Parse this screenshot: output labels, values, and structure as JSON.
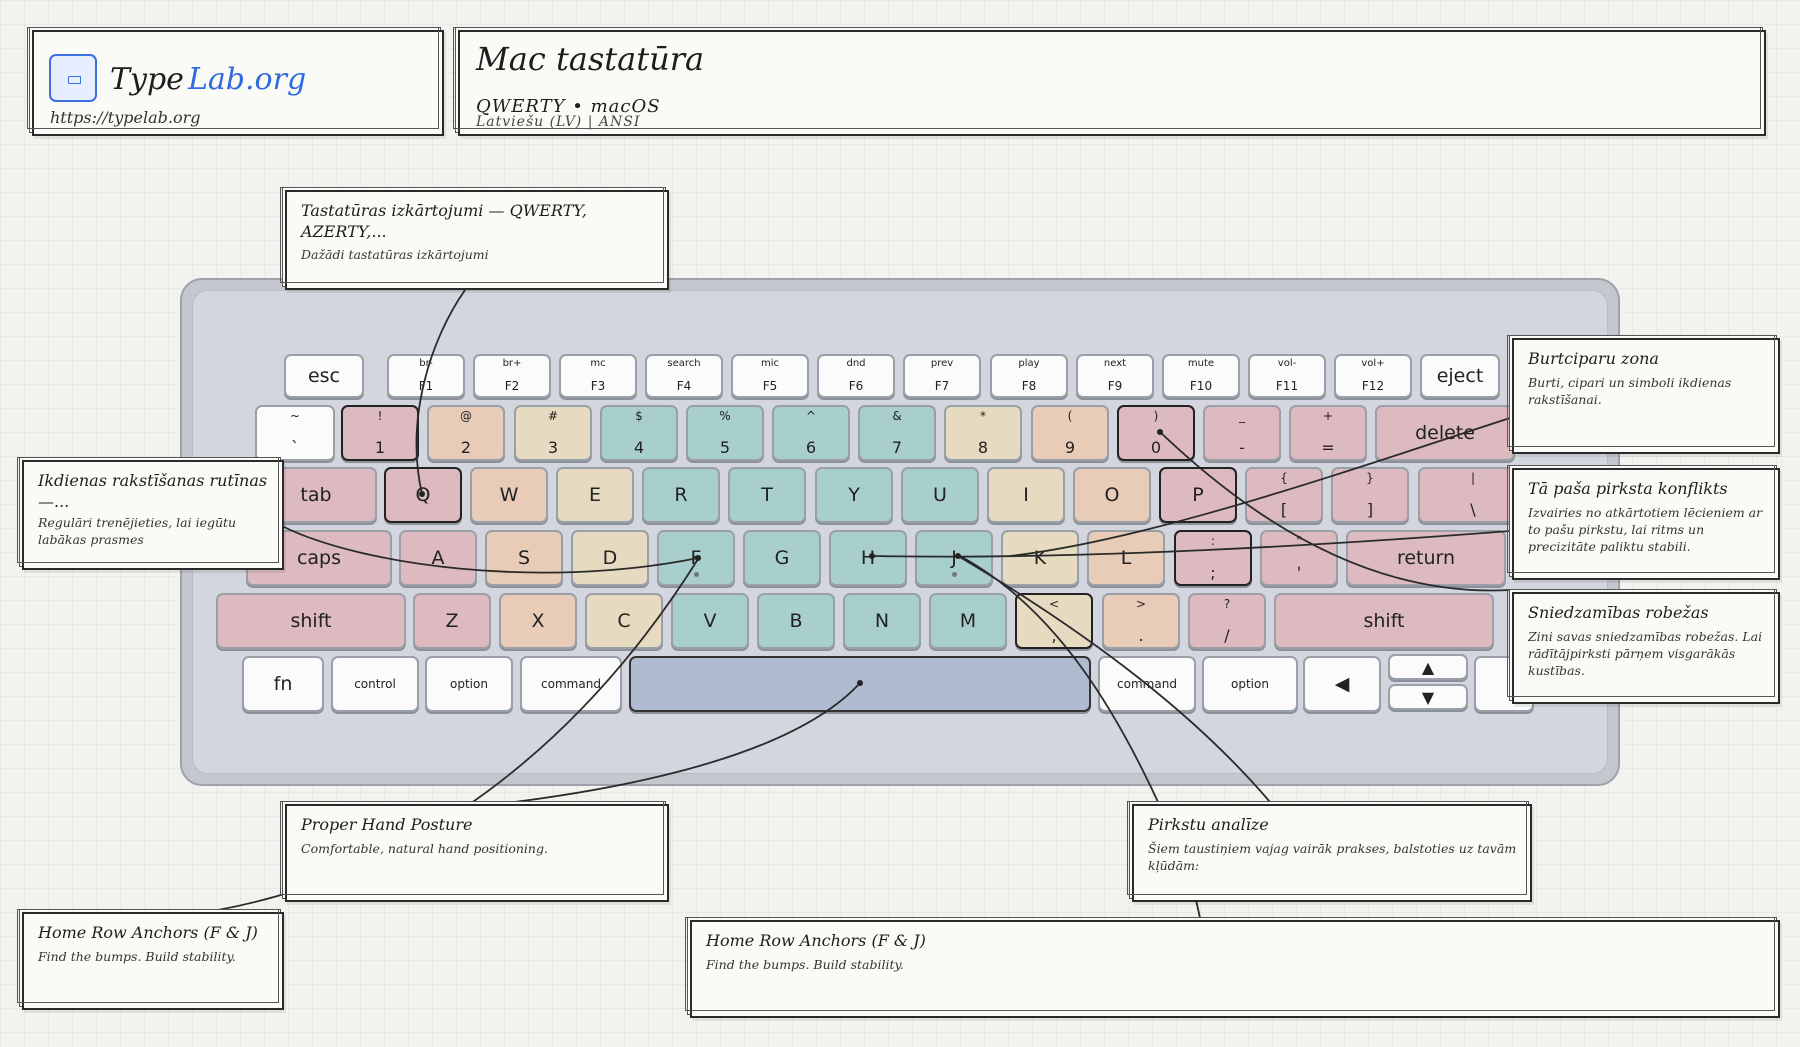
{
  "logo": {
    "word_type": "Type",
    "word_lab": "Lab.org",
    "url": "https://typelab.org"
  },
  "header": {
    "title": "Mac tastatūra",
    "subtitle": "QWERTY • macOS",
    "language": "Latviešu (LV) | ANSI"
  },
  "colors": {
    "pink": "#ddb9c0",
    "peach": "#e8ccb8",
    "sand": "#e6dac0",
    "teal": "#a8cfcd",
    "space": "#aebbd0",
    "plain": "#fbfbfb"
  },
  "keyboard": {
    "rows": [
      [
        {
          "label": "esc",
          "color": "plain"
        },
        {
          "top": "br-",
          "bottom": "F1",
          "color": "plain"
        },
        {
          "top": "br+",
          "bottom": "F2",
          "color": "plain"
        },
        {
          "top": "mc",
          "bottom": "F3",
          "color": "plain"
        },
        {
          "top": "search",
          "bottom": "F4",
          "color": "plain"
        },
        {
          "top": "mic",
          "bottom": "F5",
          "color": "plain"
        },
        {
          "top": "dnd",
          "bottom": "F6",
          "color": "plain"
        },
        {
          "top": "prev",
          "bottom": "F7",
          "color": "plain"
        },
        {
          "top": "play",
          "bottom": "F8",
          "color": "plain"
        },
        {
          "top": "next",
          "bottom": "F9",
          "color": "plain"
        },
        {
          "top": "mute",
          "bottom": "F10",
          "color": "plain"
        },
        {
          "top": "vol-",
          "bottom": "F11",
          "color": "plain"
        },
        {
          "top": "vol+",
          "bottom": "F12",
          "color": "plain"
        },
        {
          "label": "eject",
          "color": "plain"
        }
      ],
      [
        {
          "top": "~",
          "bottom": "`",
          "color": "plain"
        },
        {
          "top": "!",
          "bottom": "1",
          "color": "pink"
        },
        {
          "top": "@",
          "bottom": "2",
          "color": "peach"
        },
        {
          "top": "#",
          "bottom": "3",
          "color": "sand"
        },
        {
          "top": "$",
          "bottom": "4",
          "color": "teal"
        },
        {
          "top": "%",
          "bottom": "5",
          "color": "teal"
        },
        {
          "top": "^",
          "bottom": "6",
          "color": "teal"
        },
        {
          "top": "&",
          "bottom": "7",
          "color": "teal"
        },
        {
          "top": "*",
          "bottom": "8",
          "color": "sand"
        },
        {
          "top": "(",
          "bottom": "9",
          "color": "peach"
        },
        {
          "top": ")",
          "bottom": "0",
          "color": "pink"
        },
        {
          "top": "_",
          "bottom": "-",
          "color": "pink"
        },
        {
          "top": "+",
          "bottom": "=",
          "color": "pink"
        },
        {
          "label": "delete",
          "color": "pink"
        }
      ],
      [
        {
          "label": "tab",
          "color": "pink"
        },
        {
          "label": "Q",
          "color": "pink"
        },
        {
          "label": "W",
          "color": "peach"
        },
        {
          "label": "E",
          "color": "sand"
        },
        {
          "label": "R",
          "color": "teal"
        },
        {
          "label": "T",
          "color": "teal"
        },
        {
          "label": "Y",
          "color": "teal"
        },
        {
          "label": "U",
          "color": "teal"
        },
        {
          "label": "I",
          "color": "sand"
        },
        {
          "label": "O",
          "color": "peach"
        },
        {
          "label": "P",
          "color": "pink"
        },
        {
          "top": "{",
          "bottom": "[",
          "color": "pink"
        },
        {
          "top": "}",
          "bottom": "]",
          "color": "pink"
        },
        {
          "top": "|",
          "bottom": "\\",
          "color": "pink"
        }
      ],
      [
        {
          "label": "caps",
          "color": "pink"
        },
        {
          "label": "A",
          "color": "pink"
        },
        {
          "label": "S",
          "color": "peach"
        },
        {
          "label": "D",
          "color": "sand"
        },
        {
          "label": "F",
          "color": "teal"
        },
        {
          "label": "G",
          "color": "teal"
        },
        {
          "label": "H",
          "color": "teal"
        },
        {
          "label": "J",
          "color": "teal"
        },
        {
          "label": "K",
          "color": "sand"
        },
        {
          "label": "L",
          "color": "peach"
        },
        {
          "top": ":",
          "bottom": ";",
          "color": "pink"
        },
        {
          "top": "\"",
          "bottom": "'",
          "color": "pink"
        },
        {
          "label": "return",
          "color": "pink"
        }
      ],
      [
        {
          "label": "shift",
          "color": "pink"
        },
        {
          "label": "Z",
          "color": "pink"
        },
        {
          "label": "X",
          "color": "peach"
        },
        {
          "label": "C",
          "color": "sand"
        },
        {
          "label": "V",
          "color": "teal"
        },
        {
          "label": "B",
          "color": "teal"
        },
        {
          "label": "N",
          "color": "teal"
        },
        {
          "label": "M",
          "color": "teal"
        },
        {
          "top": "<",
          "bottom": ",",
          "color": "sand"
        },
        {
          "top": ">",
          "bottom": ".",
          "color": "peach"
        },
        {
          "top": "?",
          "bottom": "/",
          "color": "pink"
        },
        {
          "label": "shift",
          "color": "pink"
        }
      ],
      [
        {
          "label": "fn",
          "color": "plain"
        },
        {
          "label": "control",
          "color": "plain"
        },
        {
          "label": "option",
          "color": "plain"
        },
        {
          "label": "command",
          "color": "plain"
        },
        {
          "label": "",
          "color": "space"
        },
        {
          "label": "command",
          "color": "plain"
        },
        {
          "label": "option",
          "color": "plain"
        },
        {
          "label": "◀",
          "color": "plain"
        },
        {
          "label": "▲",
          "color": "plain"
        },
        {
          "label": "▼",
          "color": "plain"
        },
        {
          "label": "",
          "color": "plain"
        }
      ]
    ]
  },
  "annotations": {
    "layouts": {
      "title": "Tastatūras izkārtojumi — QWERTY, AZERTY,...",
      "body": "Dažādi tastatūras izkārtojumi"
    },
    "daily": {
      "title": "Ikdienas rakstīšanas rutīnas —...",
      "body": "Regulāri trenējieties, lai iegūtu labākas prasmes"
    },
    "alnum": {
      "title": "Burtciparu zona",
      "body": "Burti, cipari un simboli ikdienas rakstīšanai."
    },
    "same_finger": {
      "title": "Tā paša pirksta konflikts",
      "body": "Izvairies no atkārtotiem lēcieniem ar to pašu pirkstu, lai ritms un precizitāte paliktu stabili."
    },
    "reach": {
      "title": "Sniedzamības robežas",
      "body": "Zini savas sniedzamības robežas. Lai rādītājpirksti pārņem visgarākās kustības."
    },
    "posture": {
      "title": "Proper Hand Posture",
      "body": "Comfortable, natural hand positioning."
    },
    "finger_analysis": {
      "title": "Pirkstu analīze",
      "body": "Šiem taustiņiem vajag vairāk prakses, balstoties uz tavām kļūdām:"
    },
    "anchors_left": {
      "title": "Home Row Anchors (F & J)",
      "body": "Find the bumps. Build stability."
    },
    "anchors_bottom": {
      "title": "Home Row Anchors (F & J)",
      "body": "Find the bumps. Build stability."
    }
  }
}
